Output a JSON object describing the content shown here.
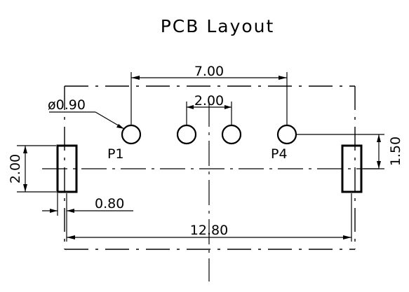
{
  "title": "PCB  Layout",
  "dimensions": {
    "pin_span": "7.00",
    "pin_pitch": "2.00",
    "hole_dia": "ø0.90",
    "offset_vertical": "1.50",
    "pad_height": "2.00",
    "pad_width": "0.80",
    "overall_width": "12.80"
  },
  "pins": {
    "first": "P1",
    "last": "P4"
  }
}
